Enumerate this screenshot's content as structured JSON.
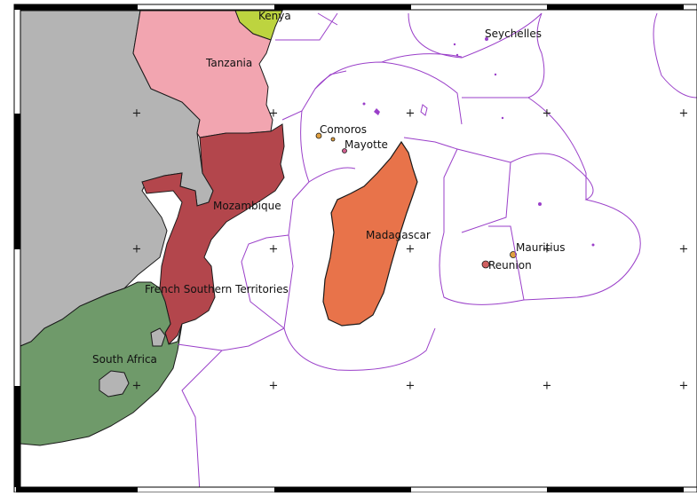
{
  "map": {
    "labels": {
      "kenya": "Kenya",
      "tanzania": "Tanzania",
      "mozambique": "Mozambique",
      "south_africa": "South Africa",
      "madagascar": "Madagascar",
      "comoros": "Comoros",
      "mayotte": "Mayotte",
      "seychelles": "Seychelles",
      "mauritius": "Mauritius",
      "reunion": "Reunion",
      "french_southern_territories": "French Southern Territories"
    },
    "grid_marker": "+",
    "colors": {
      "ocean": "#ffffff",
      "unlabeled_land": "#b4b4b4",
      "kenya": "#bdd43f",
      "tanzania": "#f2a5b0",
      "mozambique": "#b3464c",
      "south_africa": "#6f9a6a",
      "madagascar": "#e8734a",
      "small_islands": "#e0a040",
      "eez_boundary": "#9a3fc9",
      "coastline": "#1a1a1a",
      "frame": "#000000"
    }
  }
}
